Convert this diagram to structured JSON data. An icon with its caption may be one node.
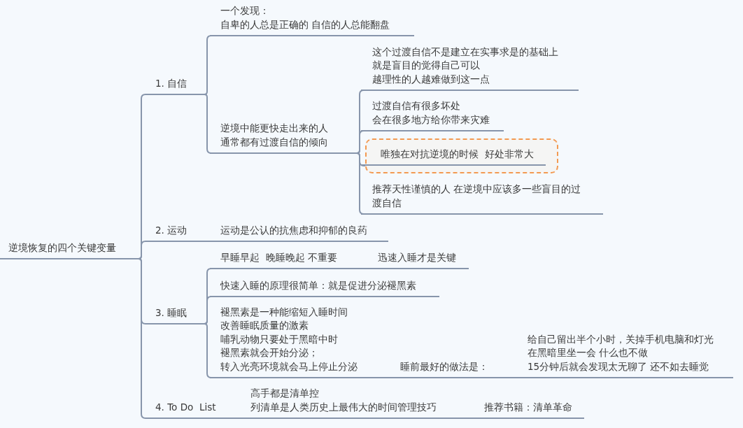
{
  "diagram": {
    "nodes": [
      {
        "text": [
          "逆境恢复的四个关键变量"
        ]
      },
      {
        "text": [
          "1. 自信"
        ]
      },
      {
        "text": [
          "一个发现：自卑的人总是正确的 自信的人总能翻盘"
        ]
      },
      {
        "text": [
          "逆境中能更快走出来的人通常都有过渡自信的倾向"
        ]
      },
      {
        "text": [
          "这个过渡自信不是建立在实事求是的基础上就是盲目的觉得自己可以越理性的人越难做到这一点"
        ]
      },
      {
        "text": [
          "过渡自信有很多坏处会在很多地方给你带来灾难"
        ]
      },
      {
        "text": [
          "唯独在对抗逆境的时候  好处非常大"
        ]
      },
      {
        "text": [
          "推荐天性谨慎的人 在逆境中应该多一些盲目的过渡自信"
        ]
      },
      {
        "text": [
          "2. 运动"
        ]
      },
      {
        "text": [
          "运动是公认的抗焦虑和抑郁的良药"
        ]
      },
      {
        "text": [
          "3. 睡眠"
        ]
      },
      {
        "text": [
          "早睡早起  晚睡晚起 不重要"
        ]
      },
      {
        "text": [
          "迅速入睡才是关键"
        ]
      },
      {
        "text": [
          "快速入睡的原理很简单：就是促进分泌褪黑素"
        ]
      },
      {
        "text": [
          "褪黑素是一种能缩短入睡时间改善睡眠质量的激素哺乳动物只要处于黑暗中时褪黑素就会开始分泌；转入光亮环境就会马上停止分泌"
        ]
      },
      {
        "text": [
          "睡前最好的做法是："
        ]
      },
      {
        "text": [
          "给自己留出半个小时，关掉手机电脑和灯光在黑暗里坐一会 什么也不做15分钟后就会发现太无聊了 还不如去睡觉"
        ]
      },
      {
        "text": [
          "4. To Do  List"
        ]
      },
      {
        "text": [
          "高手都是清单控列清单是人类历史上最伟大的时间管理技巧"
        ]
      },
      {
        "text": [
          "推荐书籍：清单革命"
        ]
      }
    ],
    "edges": [
      {
        "from": 0,
        "to": 1,
        "arrow": "none"
      },
      {
        "from": 1,
        "to": 2,
        "arrow": "none"
      },
      {
        "from": 1,
        "to": 3,
        "arrow": "none"
      },
      {
        "from": 3,
        "to": 4,
        "arrow": "none"
      },
      {
        "from": 3,
        "to": 5,
        "arrow": "none"
      },
      {
        "from": 3,
        "to": 6,
        "arrow": "none"
      },
      {
        "from": 3,
        "to": 7,
        "arrow": "none"
      },
      {
        "from": 0,
        "to": 8,
        "arrow": "none"
      },
      {
        "from": 8,
        "to": 9,
        "arrow": "none"
      },
      {
        "from": 0,
        "to": 10,
        "arrow": "none"
      },
      {
        "from": 10,
        "to": 11,
        "arrow": "none"
      },
      {
        "from": 11,
        "to": 12,
        "arrow": "none"
      },
      {
        "from": 10,
        "to": 13,
        "arrow": "none"
      },
      {
        "from": 10,
        "to": 14,
        "arrow": "none"
      },
      {
        "from": 14,
        "to": 15,
        "arrow": "none"
      },
      {
        "from": 15,
        "to": 16,
        "arrow": "none"
      },
      {
        "from": 0,
        "to": 17,
        "arrow": "none"
      },
      {
        "from": 17,
        "to": 18,
        "arrow": "none"
      },
      {
        "from": 18,
        "to": 19,
        "arrow": "none"
      }
    ]
  }
}
